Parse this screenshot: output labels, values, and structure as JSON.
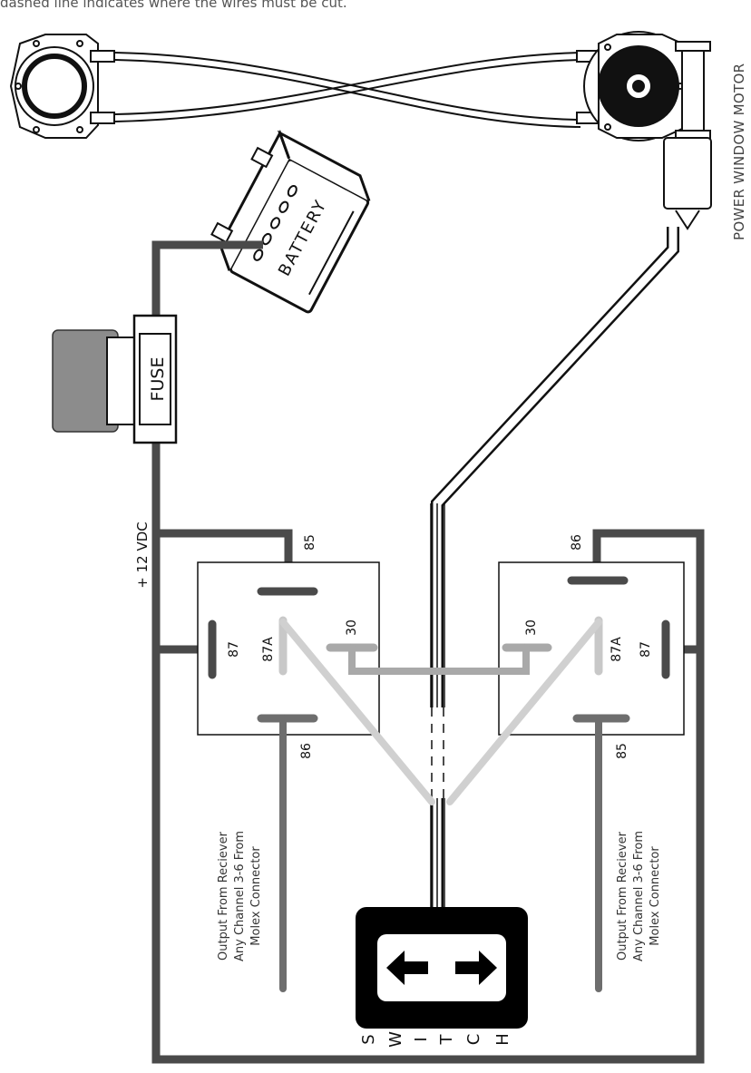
{
  "caption": "dashed line indicates where the wires must be cut.",
  "motor_title": "POWER WINDOW MOTOR",
  "battery_label": "BATTERY",
  "fuse_label": "FUSE",
  "voltage_label": "+ 12 VDC",
  "switch_letters": [
    "S",
    "W",
    "I",
    "T",
    "C",
    "H"
  ],
  "relay_left": {
    "pins": {
      "p85": "85",
      "p87": "87",
      "p87a": "87A",
      "p30": "30",
      "p86": "86"
    },
    "input_label": [
      "Output From Reciever",
      "Any Channel 3-6 From",
      "Molex Connector"
    ]
  },
  "relay_right": {
    "pins": {
      "p86": "86",
      "p87": "87",
      "p87a": "87A",
      "p30": "30",
      "p85": "85"
    },
    "input_label": [
      "Output From Reciever",
      "Any Channel 3-6 From",
      "Molex Connector"
    ]
  },
  "colors": {
    "wire_dark": "#4a4a4a",
    "wire_mid": "#6e6e6e",
    "wire_light": "#c8c8c8",
    "wire_medium_light": "#a9a9a9",
    "fuse_body": "#8c8c8c"
  }
}
